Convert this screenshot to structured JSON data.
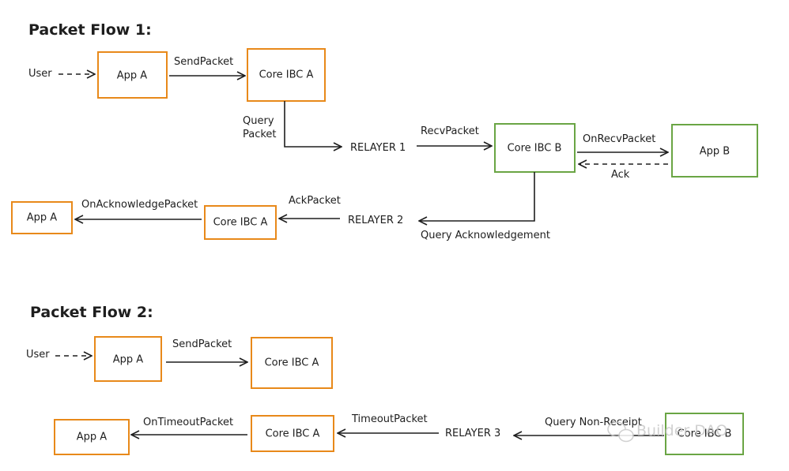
{
  "flow1": {
    "title": "Packet Flow 1:",
    "user": "User",
    "app_a": "App A",
    "send_packet": "SendPacket",
    "core_ibc_a": "Core IBC A",
    "query_packet_1": "Query",
    "query_packet_2": "Packet",
    "relayer1": "RELAYER 1",
    "recv_packet": "RecvPacket",
    "core_ibc_b": "Core IBC B",
    "on_recv_packet": "OnRecvPacket",
    "app_b": "App B",
    "ack": "Ack",
    "app_a_2": "App A",
    "on_ack_packet": "OnAcknowledgePacket",
    "core_ibc_a_2": "Core IBC A",
    "ack_packet": "AckPacket",
    "relayer2": "RELAYER 2",
    "query_ack": "Query Acknowledgement"
  },
  "flow2": {
    "title": "Packet Flow 2:",
    "user": "User",
    "app_a": "App A",
    "send_packet": "SendPacket",
    "core_ibc_a": "Core IBC A",
    "app_a_2": "App A",
    "on_timeout_packet": "OnTimeoutPacket",
    "core_ibc_a_2": "Core IBC A",
    "timeout_packet": "TimeoutPacket",
    "relayer3": "RELAYER 3",
    "query_non_receipt": "Query Non-Receipt",
    "core_ibc_b": "Core IBC B"
  },
  "watermark": "Builder DAO",
  "colors": {
    "orange": "#e8891a",
    "green": "#6aa544",
    "ink": "#1e1e1e"
  }
}
